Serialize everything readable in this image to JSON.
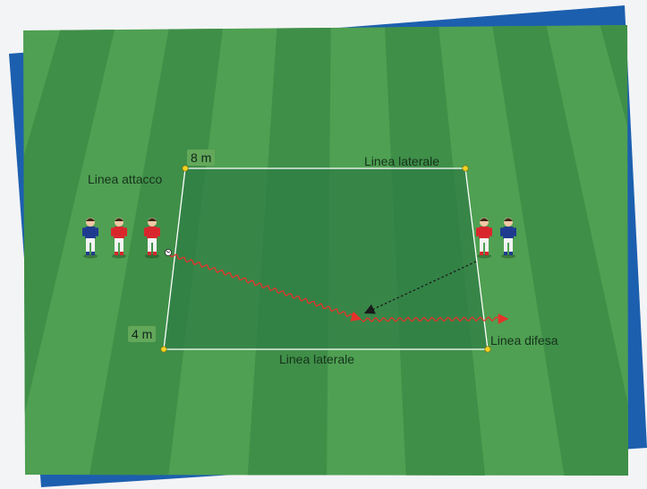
{
  "labels": {
    "attack_line": "Linea attacco",
    "side_line_top": "Linea laterale",
    "side_line_bottom": "Linea laterale",
    "defense_line": "Linea difesa",
    "width_measure": "8 m",
    "depth_measure": "4 m"
  },
  "colors": {
    "back_sheet": "#1c5fae",
    "grass_light": "#4fa052",
    "grass_dark": "#3f8f48",
    "zone_fill": "#2f7d45",
    "run_arrow": "#e5332a",
    "pass_arrow": "#1a1a1a",
    "team_red": "#d9262c",
    "team_blue": "#1f3b8f",
    "cone": "#f4d21f",
    "line": "#ffffff"
  },
  "players": {
    "left": [
      {
        "team": "blue"
      },
      {
        "team": "red"
      },
      {
        "team": "red",
        "has_ball": true
      }
    ],
    "right": [
      {
        "team": "red"
      },
      {
        "team": "blue"
      }
    ]
  }
}
